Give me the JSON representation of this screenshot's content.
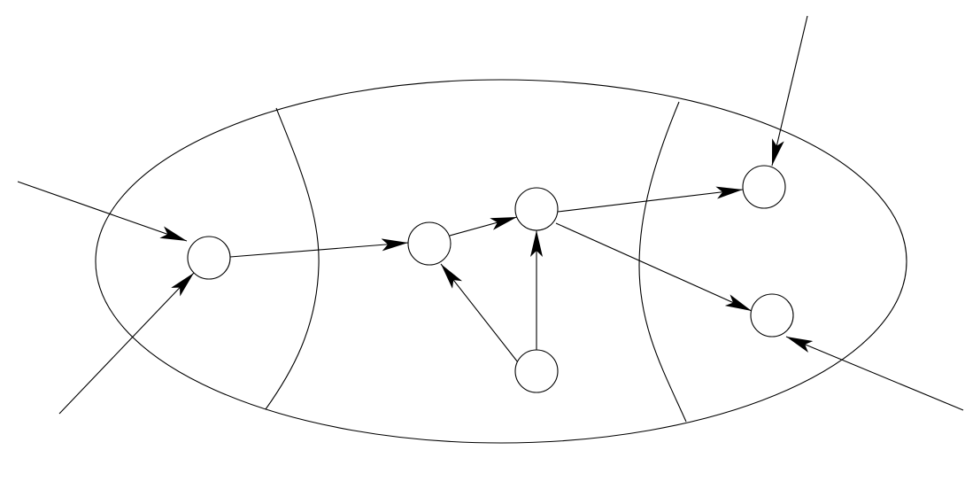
{
  "diagram": {
    "colors": {
      "stroke": "#000000",
      "background": "#ffffff"
    },
    "nodes": [
      "a",
      "b",
      "c",
      "d",
      "e",
      "f"
    ],
    "edges": [
      {
        "from": "external-left-top",
        "to": "a"
      },
      {
        "from": "external-left-bottom",
        "to": "a"
      },
      {
        "from": "a",
        "to": "b"
      },
      {
        "from": "b",
        "to": "c"
      },
      {
        "from": "f",
        "to": "b"
      },
      {
        "from": "f",
        "to": "c"
      },
      {
        "from": "c",
        "to": "d"
      },
      {
        "from": "c",
        "to": "e"
      },
      {
        "from": "external-top-right",
        "to": "d"
      },
      {
        "from": "external-bottom-right",
        "to": "e"
      }
    ]
  }
}
